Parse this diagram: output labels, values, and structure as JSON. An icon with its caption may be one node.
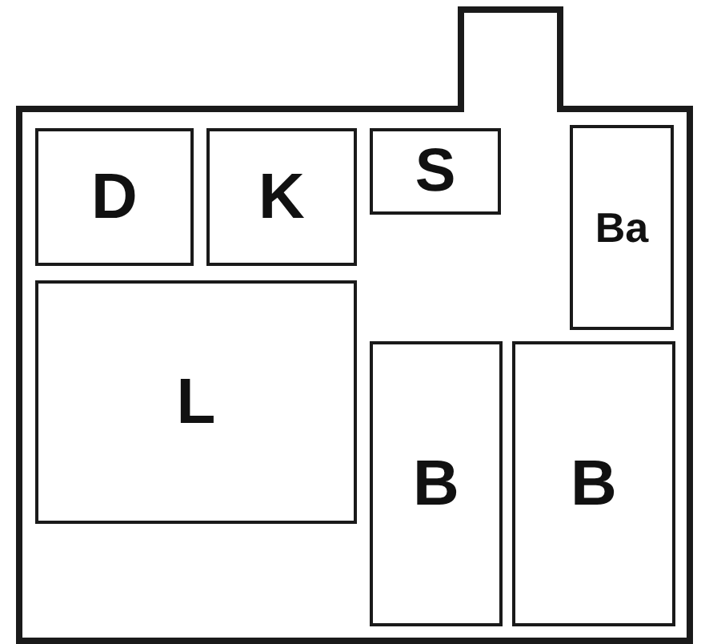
{
  "diagram": {
    "nodes": [
      {
        "text": [],
        "shape": "box"
      },
      {
        "text": [
          "D"
        ],
        "in": 0
      },
      {
        "text": [
          "K"
        ],
        "in": 0
      },
      {
        "text": [
          "S"
        ],
        "in": 0
      },
      {
        "text": [
          "Ba"
        ],
        "in": 0
      },
      {
        "text": [
          "L"
        ],
        "in": 0
      },
      {
        "text": [
          "B"
        ],
        "in": 0
      },
      {
        "text": [
          "B"
        ],
        "in": 0
      }
    ]
  }
}
